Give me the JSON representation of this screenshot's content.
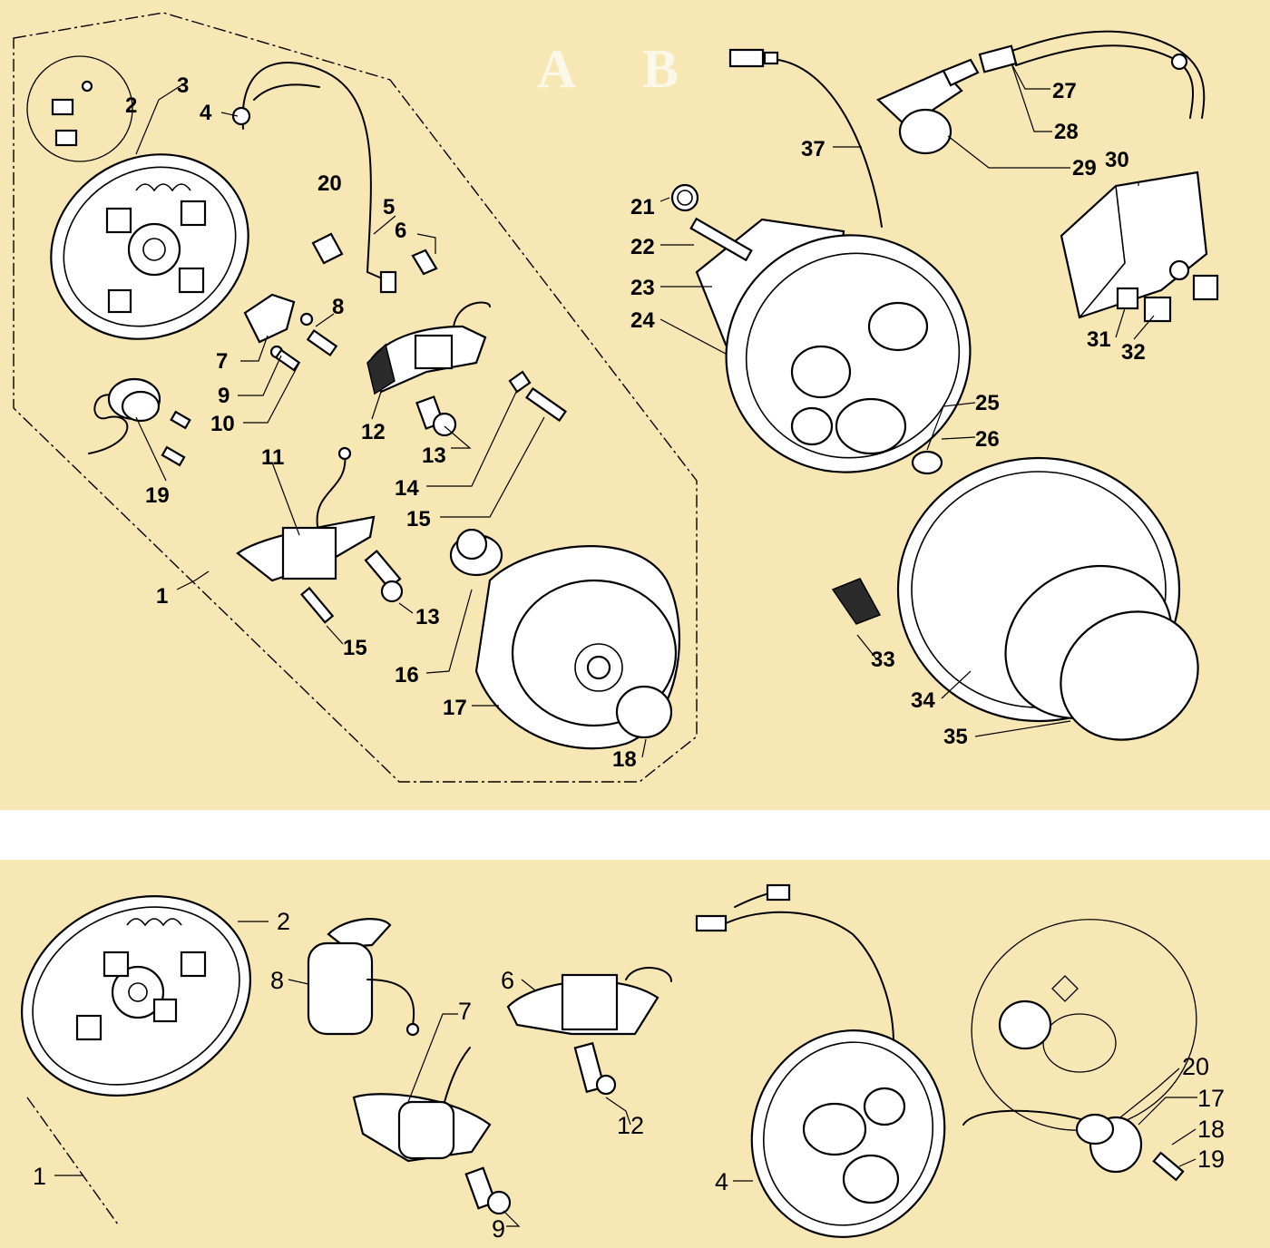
{
  "section_labels": {
    "a": "A",
    "b": "B"
  },
  "top_labels": [
    "1",
    "2",
    "3",
    "4",
    "5",
    "6",
    "7",
    "8",
    "9",
    "10",
    "11",
    "12",
    "13",
    "13",
    "14",
    "15",
    "15",
    "16",
    "17",
    "18",
    "19",
    "20",
    "21",
    "22",
    "23",
    "24",
    "25",
    "26",
    "27",
    "28",
    "29",
    "30",
    "31",
    "32",
    "33",
    "34",
    "35",
    "37"
  ],
  "bottom_labels": [
    "1",
    "2",
    "6",
    "7",
    "8",
    "9",
    "12",
    "4",
    "17",
    "18",
    "19",
    "20"
  ],
  "colors": {
    "panel": "#f6e7b4",
    "ink": "#000000",
    "part_fill": "#ffffff"
  }
}
